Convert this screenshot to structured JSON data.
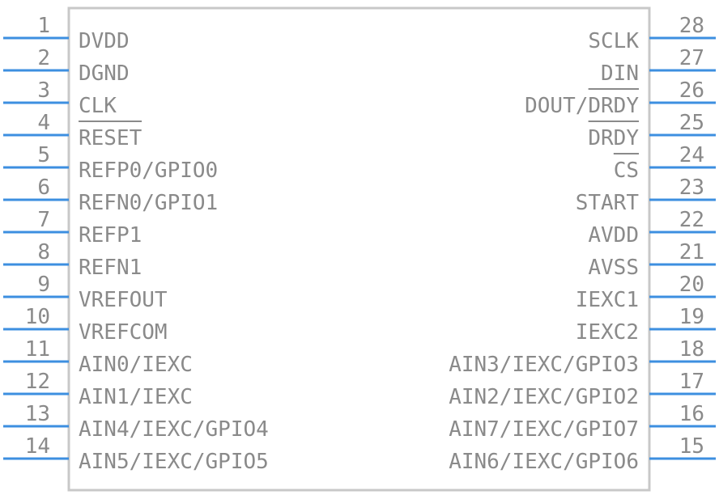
{
  "colors": {
    "pin_line": "#3d8fe0",
    "outline": "#c8c8c8",
    "text": "#8a8a8a"
  },
  "left_pins": [
    {
      "num": "1",
      "label": "DVDD",
      "overline": false
    },
    {
      "num": "2",
      "label": "DGND",
      "overline": false
    },
    {
      "num": "3",
      "label": "CLK",
      "overline": false
    },
    {
      "num": "4",
      "label": "RESET",
      "overline": true
    },
    {
      "num": "5",
      "label": "REFP0/GPIO0",
      "overline": false
    },
    {
      "num": "6",
      "label": "REFN0/GPIO1",
      "overline": false
    },
    {
      "num": "7",
      "label": "REFP1",
      "overline": false
    },
    {
      "num": "8",
      "label": "REFN1",
      "overline": false
    },
    {
      "num": "9",
      "label": "VREFOUT",
      "overline": false
    },
    {
      "num": "10",
      "label": "VREFCOM",
      "overline": false
    },
    {
      "num": "11",
      "label": "AIN0/IEXC",
      "overline": false
    },
    {
      "num": "12",
      "label": "AIN1/IEXC",
      "overline": false
    },
    {
      "num": "13",
      "label": "AIN4/IEXC/GPIO4",
      "overline": false
    },
    {
      "num": "14",
      "label": "AIN5/IEXC/GPIO5",
      "overline": false
    }
  ],
  "right_pins": [
    {
      "num": "28",
      "label": "SCLK",
      "overline": false
    },
    {
      "num": "27",
      "label": "DIN",
      "overline": false
    },
    {
      "num": "26",
      "label": "DOUT/DRDY",
      "overline": false,
      "overline_part": "DRDY"
    },
    {
      "num": "25",
      "label": "DRDY",
      "overline": true
    },
    {
      "num": "24",
      "label": "CS",
      "overline": true
    },
    {
      "num": "23",
      "label": "START",
      "overline": false
    },
    {
      "num": "22",
      "label": "AVDD",
      "overline": false
    },
    {
      "num": "21",
      "label": "AVSS",
      "overline": false
    },
    {
      "num": "20",
      "label": "IEXC1",
      "overline": false
    },
    {
      "num": "19",
      "label": "IEXC2",
      "overline": false
    },
    {
      "num": "18",
      "label": "AIN3/IEXC/GPIO3",
      "overline": false
    },
    {
      "num": "17",
      "label": "AIN2/IEXC/GPIO2",
      "overline": false
    },
    {
      "num": "16",
      "label": "AIN7/IEXC/GPIO7",
      "overline": false
    },
    {
      "num": "15",
      "label": "AIN6/IEXC/GPIO6",
      "overline": false
    }
  ]
}
